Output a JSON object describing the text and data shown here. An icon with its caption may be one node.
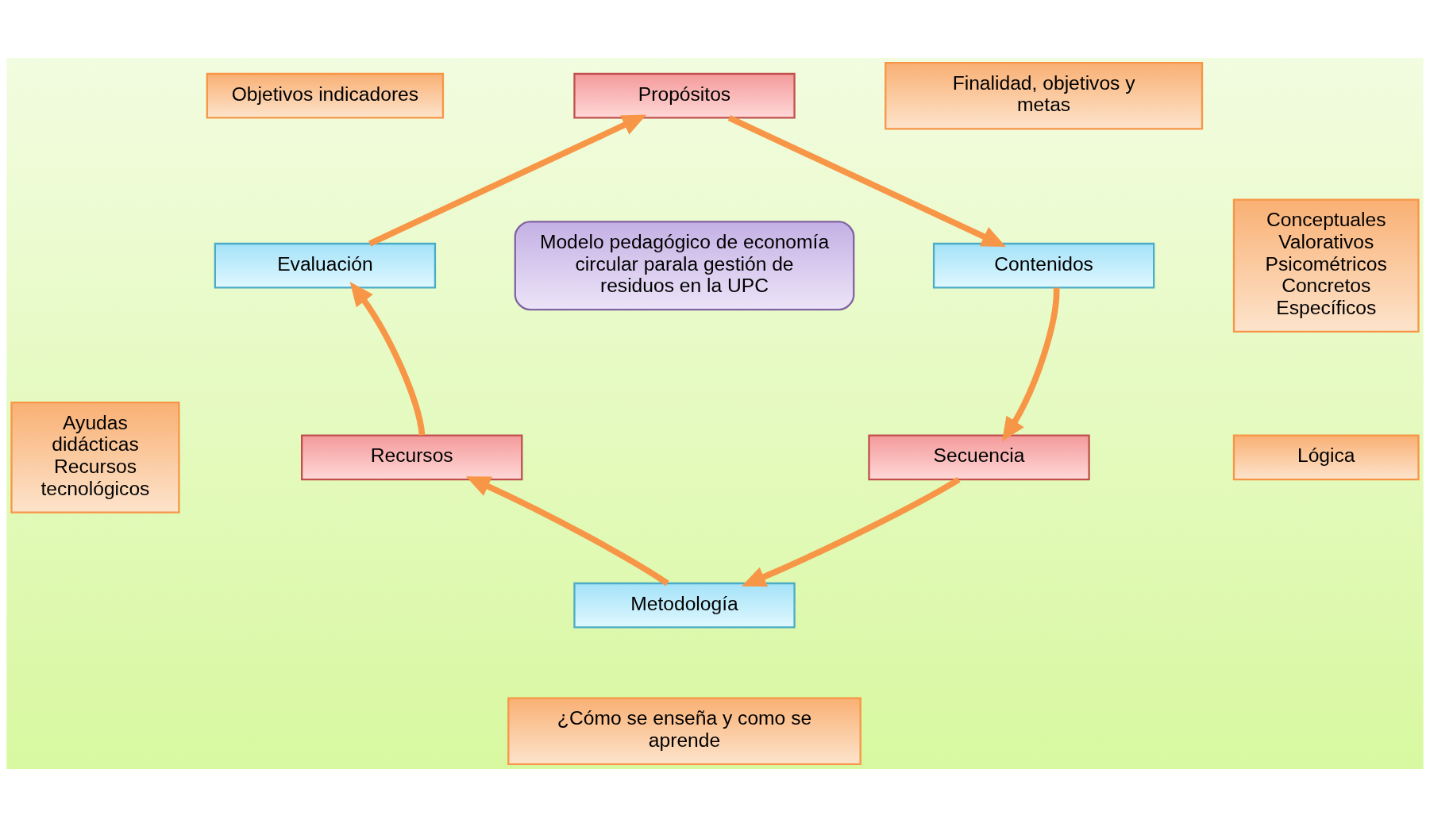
{
  "diagram": {
    "nodes": [
      {
        "text": [
          "Objetivos indicadores"
        ]
      },
      {
        "text": [
          "Propósitos"
        ]
      },
      {
        "text": [
          "Finalidad, objetivos y metas"
        ]
      },
      {
        "text": [
          "Evaluación"
        ]
      },
      {
        "text": [
          "Modelo pedagógico de economía circular parala gestión de residuos en la UPC"
        ]
      },
      {
        "text": [
          "Contenidos"
        ]
      },
      {
        "text": [
          "Conceptuales Valorativos Psicométricos Concretos Específicos"
        ]
      },
      {
        "text": [
          "Ayudas didácticas Recursos tecnológicos"
        ]
      },
      {
        "text": [
          "Recursos"
        ]
      },
      {
        "text": [
          "Secuencia"
        ]
      },
      {
        "text": [
          "Lógica"
        ]
      },
      {
        "text": [
          "Metodología"
        ]
      },
      {
        "text": [
          "¿Cómo se enseña y como se aprende"
        ]
      }
    ],
    "edges": [
      {
        "from": 3,
        "to": 1,
        "arrow": "to"
      },
      {
        "from": 1,
        "to": 5,
        "arrow": "to"
      },
      {
        "from": 5,
        "to": 9,
        "arrow": "to"
      },
      {
        "from": 9,
        "to": 11,
        "arrow": "to"
      },
      {
        "from": 11,
        "to": 8,
        "arrow": "to"
      },
      {
        "from": 8,
        "to": 3,
        "arrow": "to"
      }
    ]
  }
}
